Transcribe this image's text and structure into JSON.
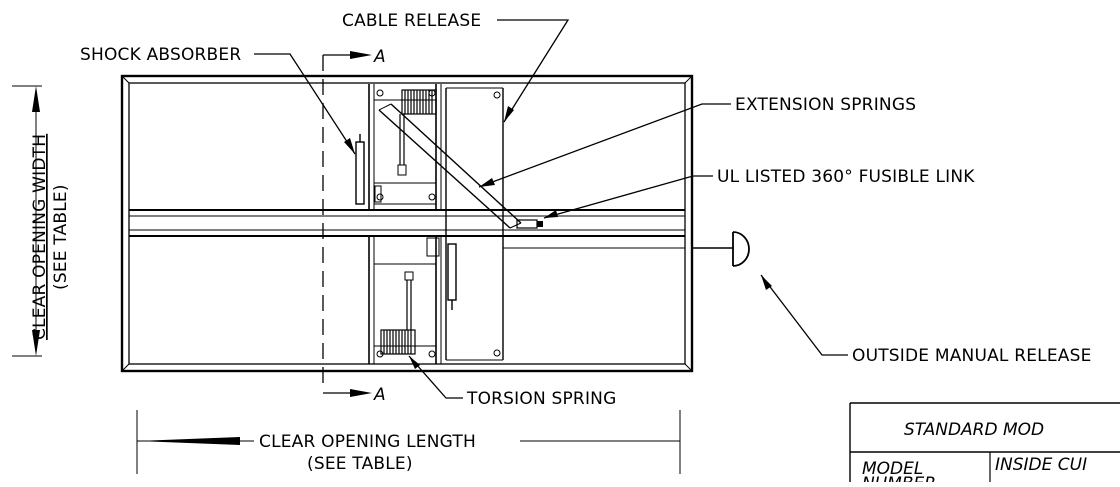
{
  "labels": {
    "cable_release": "CABLE RELEASE",
    "shock_absorber": "SHOCK ABSORBER",
    "extension_springs": "EXTENSION SPRINGS",
    "fusible_link": "UL LISTED 360° FUSIBLE LINK",
    "outside_manual_release": "OUTSIDE MANUAL RELEASE",
    "torsion_spring": "TORSION SPRING",
    "clear_opening_width": "CLEAR OPENING WIDTH",
    "clear_opening_width_note": "(SEE TABLE)",
    "clear_opening_length": "CLEAR OPENING LENGTH",
    "clear_opening_length_note": "(SEE TABLE)",
    "section_top": "A",
    "section_bottom": "A"
  },
  "table": {
    "title": "STANDARD MOD",
    "col_model": "MODEL",
    "col_inside": "INSIDE CUI",
    "col_model_row2": "NUMBER"
  }
}
